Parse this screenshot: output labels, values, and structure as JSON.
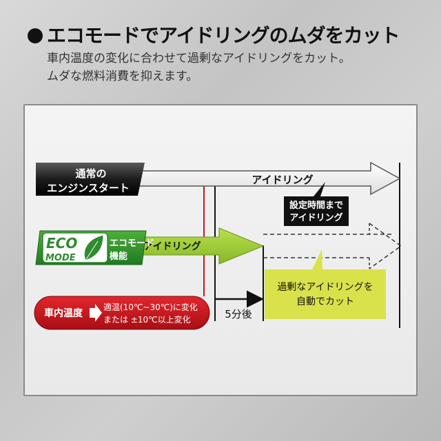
{
  "heading": {
    "text": "エコモードでアイドリングのムダをカット"
  },
  "description": {
    "line1": "車内温度の変化に合わせて過剰なアイドリングをカット。",
    "line2": "ムダな燃料消費を抑えます。"
  },
  "diagram": {
    "normal_start": {
      "line1": "通常の",
      "line2": "エンジンスタート"
    },
    "normal_idling": "アイドリング",
    "set_time_note": {
      "line1": "設定時間まで",
      "line2": "アイドリング"
    },
    "eco_badge": {
      "eco": "ECO",
      "mode": "MODE",
      "ecomode_label": "エコモード",
      "function_label": "機能"
    },
    "eco_idling": "アイドリング",
    "cabin_temp": {
      "label": "車内温度",
      "condition_line1": "適温(10℃~30℃)に変化",
      "condition_line2": "または ±10℃以上変化"
    },
    "five_minutes": "5分後",
    "auto_cut": {
      "line1": "過剰なアイドリングを",
      "line2": "自動でカット"
    }
  },
  "colors": {
    "eco_green": "#2e8b2e",
    "arrow_green": "#9ccf3a",
    "callout_yellow": "#d9e24a",
    "red_marker": "#c8161d",
    "temp_red": "#c0141b"
  }
}
